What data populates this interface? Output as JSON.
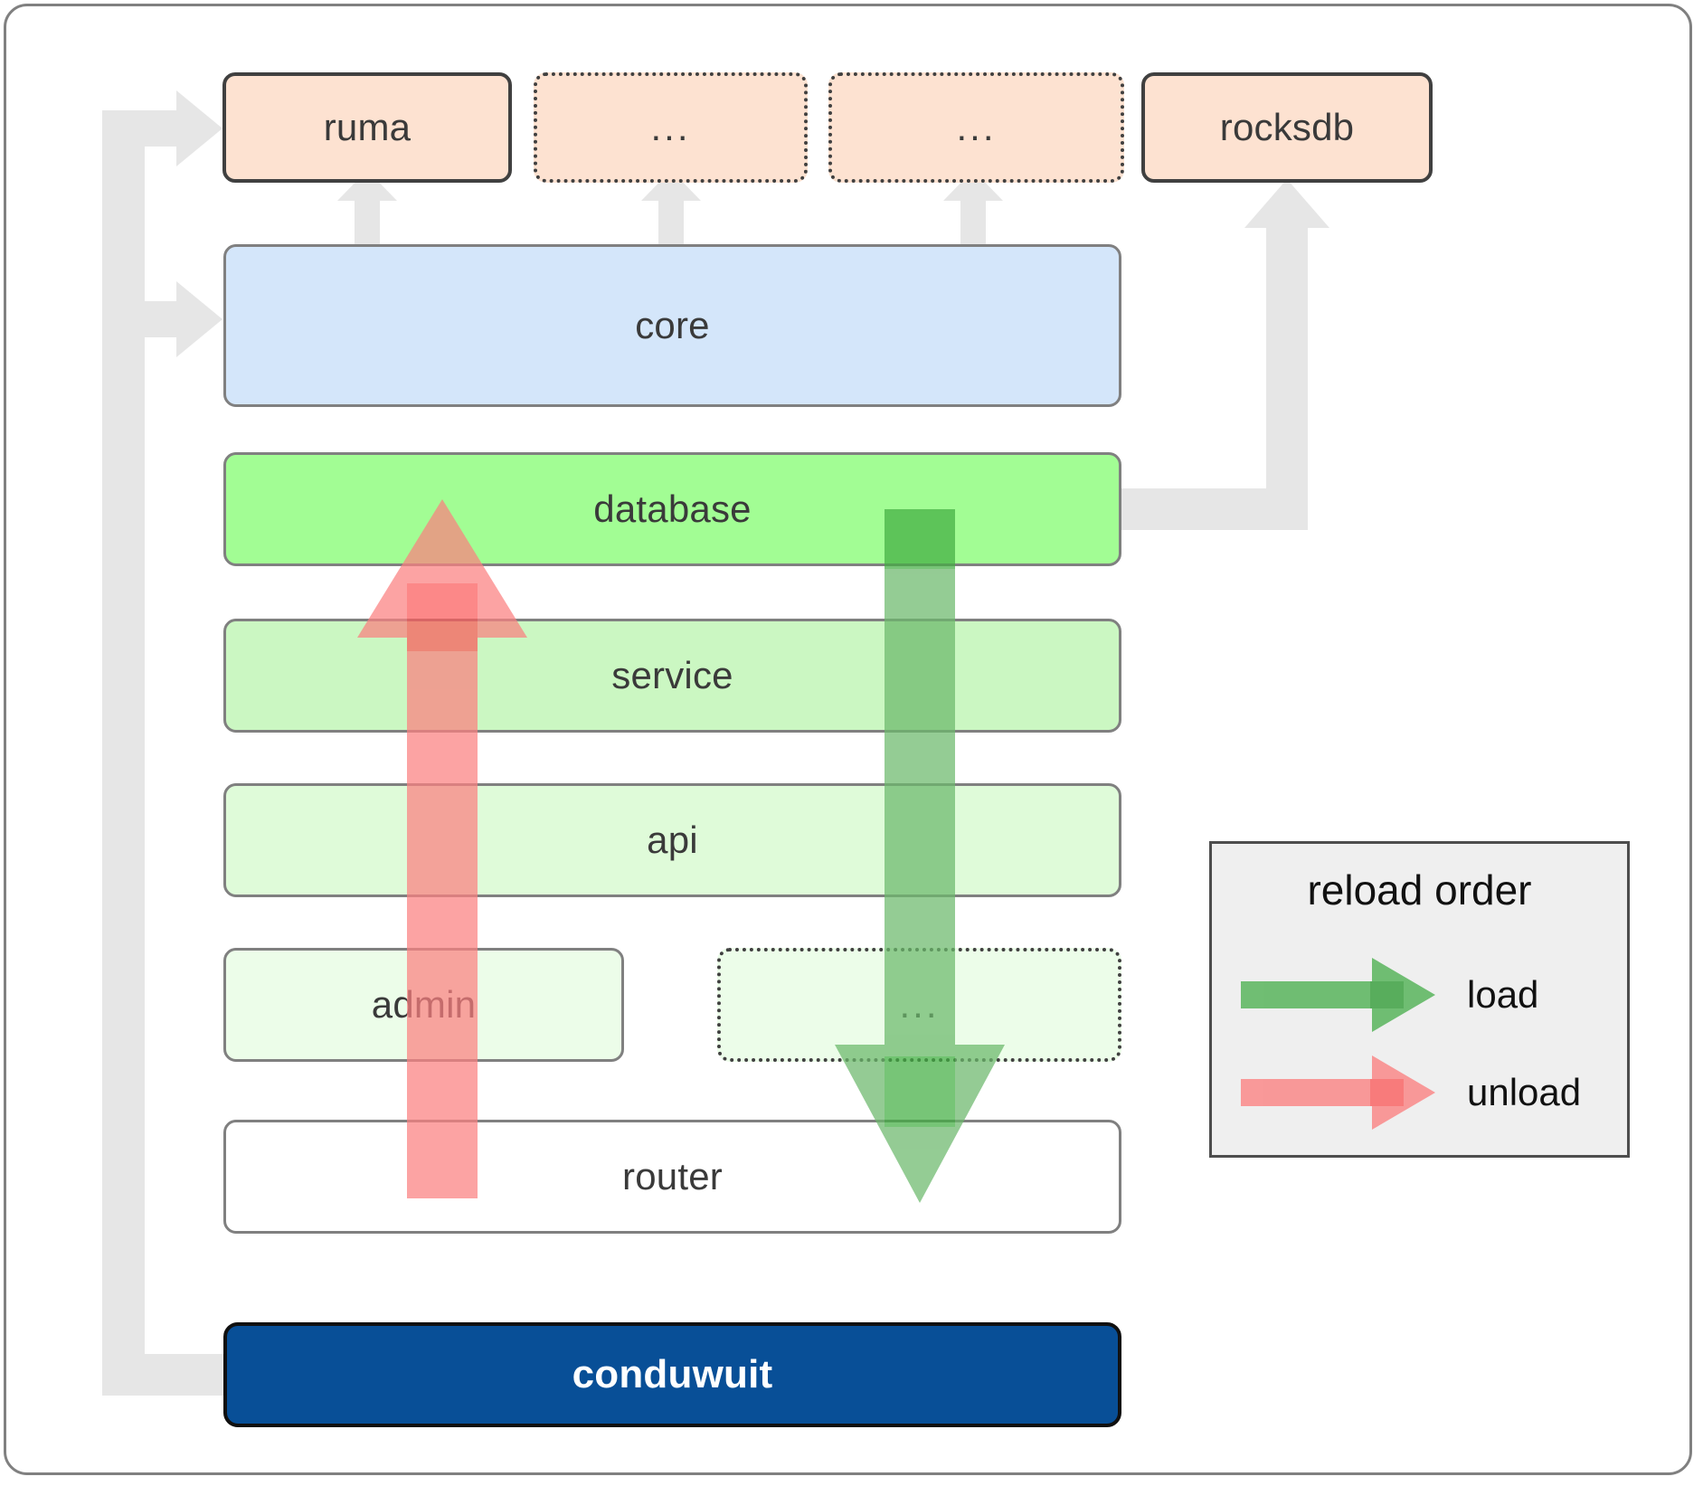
{
  "diagram": {
    "title": "conduwuit crate architecture / reload order",
    "dependencies": [
      {
        "id": "ruma",
        "label": "ruma",
        "style": "heavy",
        "fill": "#FDE2D1"
      },
      {
        "id": "dots1",
        "label": "...",
        "style": "dotted",
        "fill": "#FDE2D1"
      },
      {
        "id": "dots2",
        "label": "...",
        "style": "dotted",
        "fill": "#FDE2D1"
      },
      {
        "id": "rocksdb",
        "label": "rocksdb",
        "style": "heavy",
        "fill": "#FDE2D1"
      }
    ],
    "layers": [
      {
        "id": "core",
        "label": "core",
        "style": "solid",
        "fill": "#D4E6FA"
      },
      {
        "id": "database",
        "label": "database",
        "style": "solid",
        "fill": "#A2FD94"
      },
      {
        "id": "service",
        "label": "service",
        "style": "solid",
        "fill": "#CBF7C2"
      },
      {
        "id": "api",
        "label": "api",
        "style": "solid",
        "fill": "#DFFBD9"
      },
      {
        "id": "admin",
        "label": "admin",
        "style": "solid",
        "fill": "#ECFDE9"
      },
      {
        "id": "dots3",
        "label": "...",
        "style": "dotted",
        "fill": "#ECFDE9"
      },
      {
        "id": "router",
        "label": "router",
        "style": "solid",
        "fill": "#FFFFFF"
      }
    ],
    "app": {
      "id": "conduwuit",
      "label": "conduwuit",
      "fill": "#084F97",
      "text_color": "#FFFFFF"
    },
    "legend": {
      "title": "reload order",
      "entries": [
        {
          "id": "load",
          "label": "load",
          "color": "#4CAF50"
        },
        {
          "id": "unload",
          "label": "unload",
          "color": "#FB8080"
        }
      ]
    },
    "colors": {
      "connector": "#E6E6E6",
      "frame_border": "#808080",
      "load_arrow": "#6BB86B",
      "load_shaft": "#43AF43",
      "unload_arrow": "#FB8080",
      "unload_shaft": "#FB5B5B"
    }
  }
}
